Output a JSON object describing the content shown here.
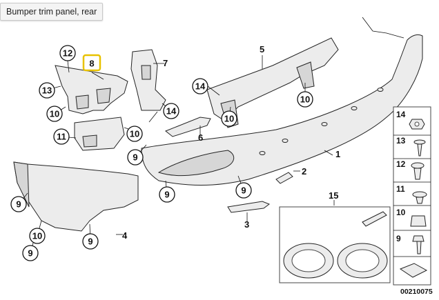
{
  "tooltip": {
    "text": "Bumper trim panel, rear"
  },
  "callouts": {
    "c12": "12",
    "c8": "8",
    "c7": "7",
    "c5": "5",
    "c13": "13",
    "c14a": "14",
    "c14b": "14",
    "c10a": "10",
    "c10b": "10",
    "c10c": "10",
    "c10d": "10",
    "c11": "11",
    "c9a": "9",
    "c9b": "9",
    "c9c": "9",
    "c9d": "9",
    "c9e": "9",
    "c9f": "9",
    "c10e": "10"
  },
  "labels": {
    "l1": "1",
    "l2": "2",
    "l3": "3",
    "l4": "4",
    "l6": "6",
    "l15": "15"
  },
  "legend": [
    "14",
    "13",
    "12",
    "11",
    "10",
    "9"
  ],
  "diagram_number": "00210075",
  "highlight_color": "#e8c200"
}
